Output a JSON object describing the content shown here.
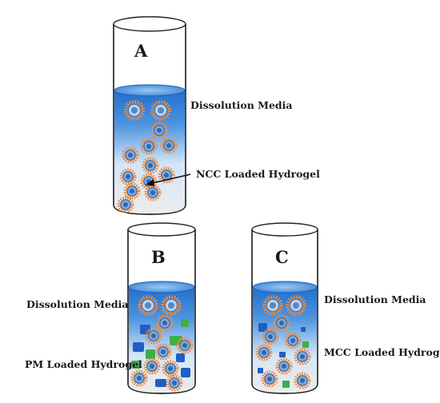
{
  "panels": {
    "a": {
      "letter": "A",
      "media_label": "Dissolution Media",
      "hydrogel_label": "NCC Loaded Hydrogel"
    },
    "b": {
      "letter": "B",
      "media_label": "Dissolution Media",
      "hydrogel_label": "PM Loaded Hydrogel"
    },
    "c": {
      "letter": "C",
      "media_label": "Dissolution Media",
      "hydrogel_label": "MCC Loaded Hydrogel"
    }
  },
  "colors": {
    "media_blue": "#1f6fce",
    "media_light": "#6fb0ea",
    "particle_core": "#3366aa",
    "particle_spikes": "#f08a3c",
    "square_blue": "#1f5fc4",
    "square_green": "#3fae4a",
    "tube_outline": "#222222"
  }
}
